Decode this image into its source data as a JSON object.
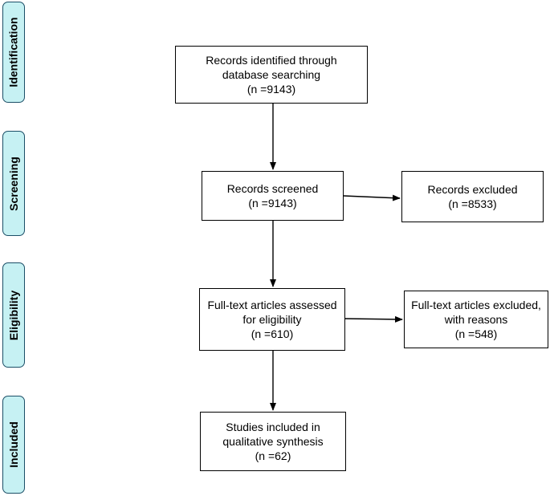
{
  "phases": {
    "identification": "Identification",
    "screening": "Screening",
    "eligibility": "Eligibility",
    "included": "Included"
  },
  "boxes": {
    "identified": {
      "line1": "Records identified through",
      "line2": "database searching",
      "count": "(n =9143)"
    },
    "screened": {
      "line1": "Records screened",
      "count": "(n =9143)"
    },
    "excluded": {
      "line1": "Records excluded",
      "count": "(n =8533)"
    },
    "fulltext_assessed": {
      "line1": "Full-text articles assessed",
      "line2": "for eligibility",
      "count": "(n =610)"
    },
    "fulltext_excluded": {
      "line1": "Full-text articles excluded,",
      "line2": "with reasons",
      "count": "(n =548)"
    },
    "included": {
      "line1": "Studies included in",
      "line2": "qualitative synthesis",
      "count": "(n =62)"
    }
  },
  "colors": {
    "phase_fill": "#c6f1f3",
    "phase_border": "#1c4f67",
    "box_border": "#000000",
    "arrow": "#000000"
  }
}
